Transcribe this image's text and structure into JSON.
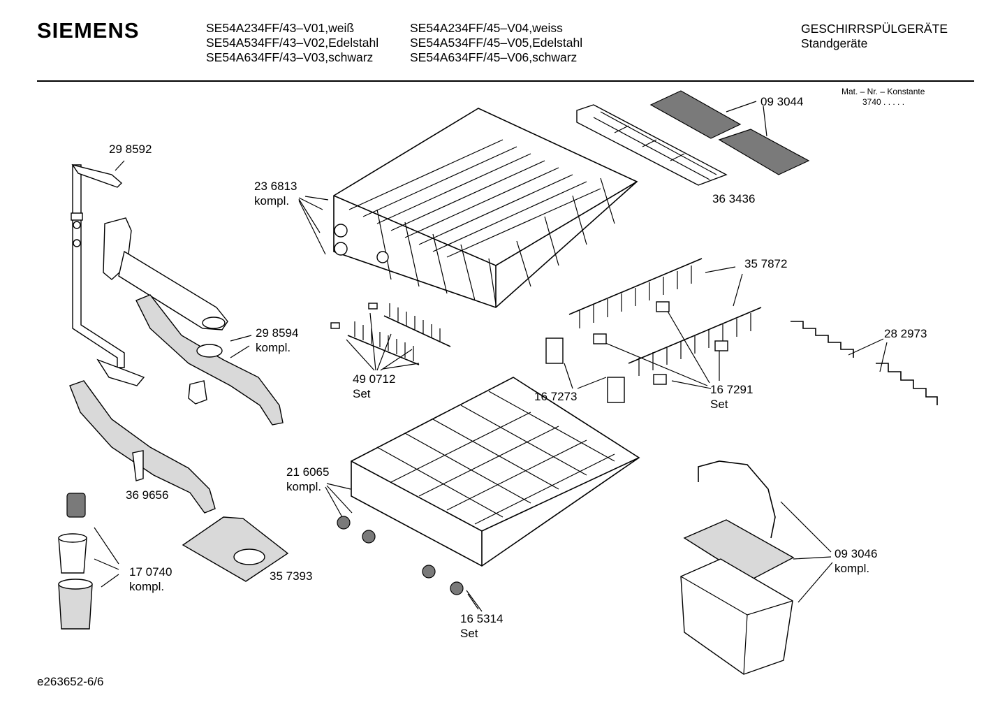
{
  "header": {
    "brand": "SIEMENS",
    "models_col1": [
      "SE54A234FF/43–V01,weiß",
      "SE54A534FF/43–V02,Edelstahl",
      "SE54A634FF/43–V03,schwarz"
    ],
    "models_col2": [
      "SE54A234FF/45–V04,weiss",
      "SE54A534FF/45–V05,Edelstahl",
      "SE54A634FF/45–V06,schwarz"
    ],
    "category": "GESCHIRRSPÜLGERÄTE",
    "subcategory": "Standgeräte",
    "mat_title": "Mat. – Nr. – Konstante",
    "mat_value": "3740  .  .  .  .  ."
  },
  "parts": [
    {
      "id": "p298592",
      "lines": [
        "29 8592"
      ]
    },
    {
      "id": "p236813",
      "lines": [
        "23 6813",
        "kompl."
      ]
    },
    {
      "id": "p093044",
      "lines": [
        "09 3044"
      ]
    },
    {
      "id": "p363436",
      "lines": [
        "36 3436"
      ]
    },
    {
      "id": "p357872",
      "lines": [
        "35 7872"
      ]
    },
    {
      "id": "p298594",
      "lines": [
        "29 8594",
        "kompl."
      ]
    },
    {
      "id": "p490712",
      "lines": [
        "49 0712",
        "Set"
      ]
    },
    {
      "id": "p167273",
      "lines": [
        "16 7273"
      ]
    },
    {
      "id": "p167291",
      "lines": [
        "16 7291",
        "Set"
      ]
    },
    {
      "id": "p282973",
      "lines": [
        "28 2973"
      ]
    },
    {
      "id": "p216065",
      "lines": [
        "21 6065",
        "kompl."
      ]
    },
    {
      "id": "p369656",
      "lines": [
        "36 9656"
      ]
    },
    {
      "id": "p170740",
      "lines": [
        "17 0740",
        "kompl."
      ]
    },
    {
      "id": "p357393",
      "lines": [
        "35 7393"
      ]
    },
    {
      "id": "p165314",
      "lines": [
        "16 5314",
        "Set"
      ]
    },
    {
      "id": "p093046",
      "lines": [
        "09 3046",
        "kompl."
      ]
    }
  ],
  "footer": {
    "drawing_id": "e263652-6/6"
  }
}
